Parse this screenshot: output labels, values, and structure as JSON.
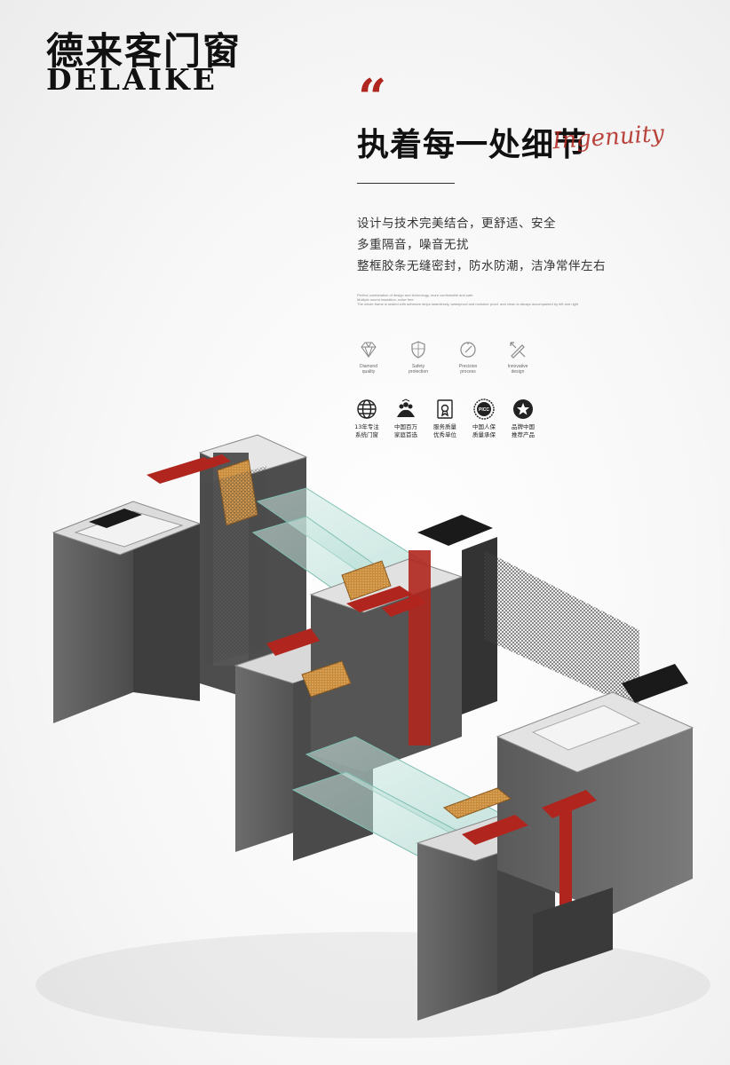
{
  "brand": {
    "name_cn": "德来客门窗",
    "name_en": "DELAIKE"
  },
  "hero": {
    "quote": "“",
    "headline": "执着每一处细节",
    "script_word": "Ingenuity"
  },
  "features": [
    "设计与技术完美结合，更舒适、安全",
    "多重隔音，噪音无扰",
    "整框胶条无缝密封，防水防潮，洁净常伴左右"
  ],
  "english_description": [
    "Perfect combination of design and technology, more comfortable and safe",
    "Multiple sound insulation, noise free",
    "The whole frame is sealed with adhesive strips seamlessly, waterproof and moisture proof, and clean is always accompanied by left and right"
  ],
  "quality_icons": [
    {
      "icon": "diamond-icon",
      "label": "Diamond\nquality"
    },
    {
      "icon": "shield-icon",
      "label": "Safety\nprotection"
    },
    {
      "icon": "precision-icon",
      "label": "Precision\nprocess"
    },
    {
      "icon": "design-tools-icon",
      "label": "Innovative\ndesign"
    }
  ],
  "badges": [
    {
      "icon": "globe-icon",
      "label": "13年专注\n系统门窗"
    },
    {
      "icon": "family-icon",
      "label": "中国百万\n家庭首选"
    },
    {
      "icon": "certificate-icon",
      "label": "服务质量\n优秀单位"
    },
    {
      "icon": "picc-seal-icon",
      "label": "中国人保\n质量承保",
      "seal_text": "PICC"
    },
    {
      "icon": "star-icon",
      "label": "品牌中国\n推荐产品"
    }
  ],
  "colors": {
    "accent": "#b0261e",
    "profile_gray": "#5a5a5a",
    "profile_light": "#c9c9c9",
    "gasket_black": "#1a1a1a",
    "glass": "#bfe0da"
  }
}
